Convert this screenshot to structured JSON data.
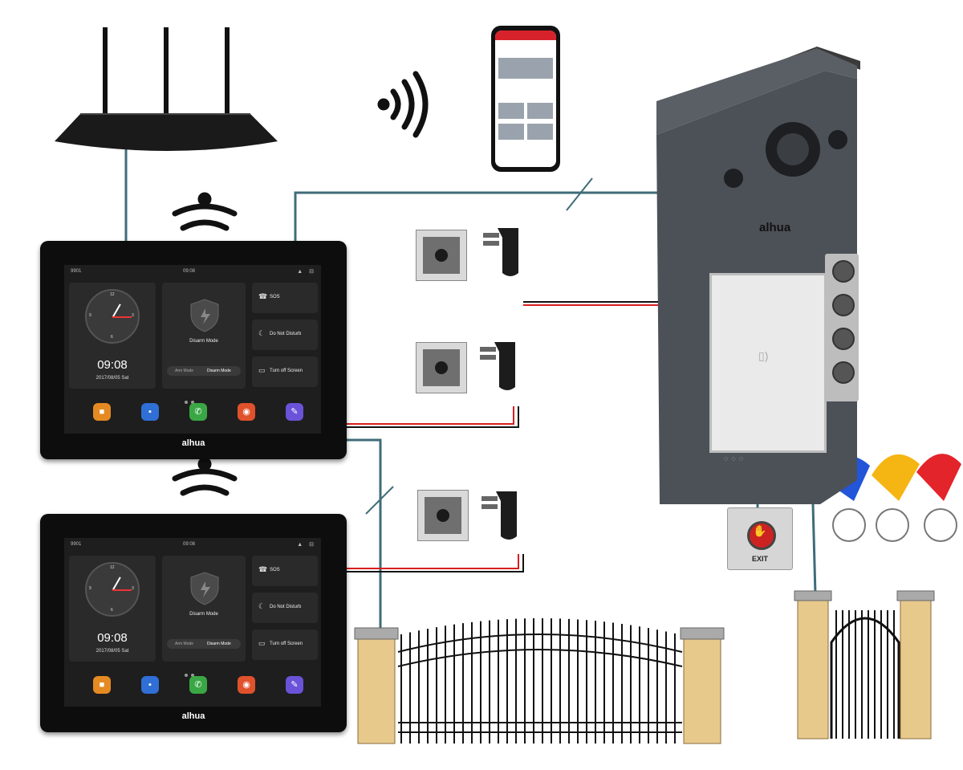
{
  "monitor": {
    "room": "9901",
    "time": "09:08",
    "clock_numbers": [
      "12",
      "3",
      "6",
      "9"
    ],
    "clock_time": "09:08",
    "clock_date": "2017/08/05   Sat",
    "security_status": "Disarm Mode",
    "mode_options": [
      "Arm Mode",
      "Disarm Mode"
    ],
    "actions": [
      "SOS",
      "Do Not Disturb",
      "Turn off Screen"
    ],
    "brand": "alhua"
  },
  "outdoor_panel": {
    "brand": "alhua"
  },
  "exit_button": {
    "label": "EXIT"
  },
  "colors": {
    "wire": "#3f6c78",
    "power_red": "#d81e1e",
    "power_black": "#111111"
  },
  "icons": [
    "router-icon",
    "wifi-icon",
    "smartphone-icon",
    "power-socket-icon",
    "power-adapter-icon",
    "exit-button-icon",
    "rfid-keyfob-icon",
    "gate-icon",
    "wicket-gate-icon"
  ]
}
